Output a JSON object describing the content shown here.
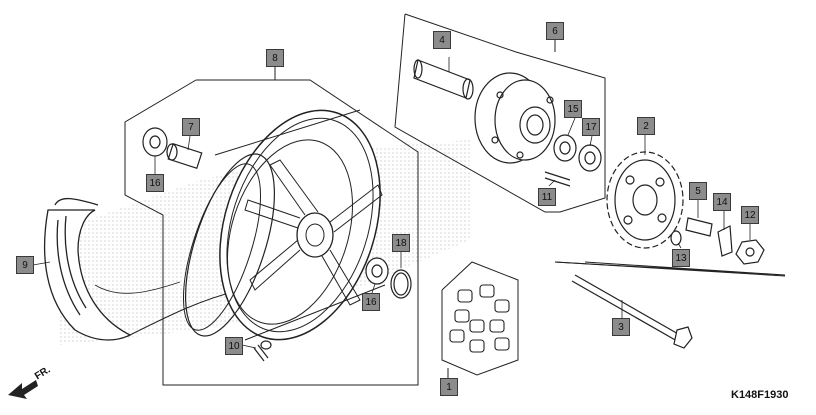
{
  "diagram_code": "K148F1930",
  "direction_label": "FR.",
  "callouts": [
    {
      "id": "c1",
      "label": "1"
    },
    {
      "id": "c2",
      "label": "2"
    },
    {
      "id": "c3",
      "label": "3"
    },
    {
      "id": "c4",
      "label": "4"
    },
    {
      "id": "c5",
      "label": "5"
    },
    {
      "id": "c6",
      "label": "6"
    },
    {
      "id": "c7",
      "label": "7"
    },
    {
      "id": "c8",
      "label": "8"
    },
    {
      "id": "c9",
      "label": "9"
    },
    {
      "id": "c10",
      "label": "10"
    },
    {
      "id": "c11",
      "label": "11"
    },
    {
      "id": "c12",
      "label": "12"
    },
    {
      "id": "c13",
      "label": "13"
    },
    {
      "id": "c14",
      "label": "14"
    },
    {
      "id": "c15",
      "label": "15"
    },
    {
      "id": "c16a",
      "label": "16"
    },
    {
      "id": "c16b",
      "label": "16"
    },
    {
      "id": "c17",
      "label": "17"
    },
    {
      "id": "c18",
      "label": "18"
    }
  ]
}
